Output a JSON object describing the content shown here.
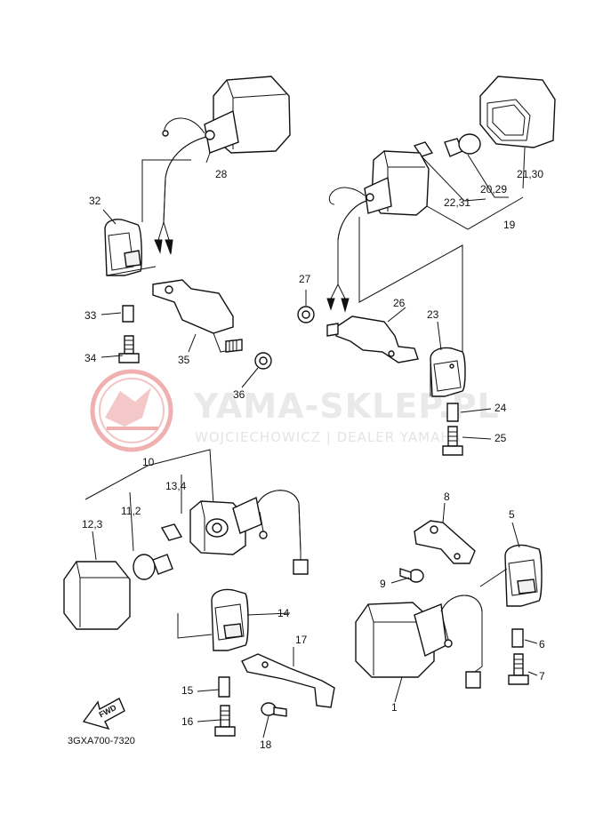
{
  "watermark": {
    "brand": "YAMA-SKLEP.PL",
    "subtitle": "WOJCIECHOWICZ | DEALER YAMAHA",
    "logo_color": "#f0b0b0",
    "text_color": "#e6e6e6"
  },
  "diagram_code": "3GXA700-7320",
  "fwd_label": "FWD",
  "parts": [
    {
      "id": "p1",
      "label": "1"
    },
    {
      "id": "p5",
      "label": "5"
    },
    {
      "id": "p6",
      "label": "6"
    },
    {
      "id": "p7",
      "label": "7"
    },
    {
      "id": "p8",
      "label": "8"
    },
    {
      "id": "p9",
      "label": "9"
    },
    {
      "id": "p10",
      "label": "10"
    },
    {
      "id": "p11_2",
      "label": "11,2"
    },
    {
      "id": "p12_3",
      "label": "12,3"
    },
    {
      "id": "p13_4",
      "label": "13,4"
    },
    {
      "id": "p14",
      "label": "14"
    },
    {
      "id": "p15",
      "label": "15"
    },
    {
      "id": "p16",
      "label": "16"
    },
    {
      "id": "p17",
      "label": "17"
    },
    {
      "id": "p18",
      "label": "18"
    },
    {
      "id": "p19",
      "label": "19"
    },
    {
      "id": "p20_29",
      "label": "20,29"
    },
    {
      "id": "p21_30",
      "label": "21,30"
    },
    {
      "id": "p22_31",
      "label": "22,31"
    },
    {
      "id": "p23",
      "label": "23"
    },
    {
      "id": "p24",
      "label": "24"
    },
    {
      "id": "p25",
      "label": "25"
    },
    {
      "id": "p26",
      "label": "26"
    },
    {
      "id": "p27",
      "label": "27"
    },
    {
      "id": "p28",
      "label": "28"
    },
    {
      "id": "p32",
      "label": "32"
    },
    {
      "id": "p33",
      "label": "33"
    },
    {
      "id": "p34",
      "label": "34"
    },
    {
      "id": "p35",
      "label": "35"
    },
    {
      "id": "p36",
      "label": "36"
    }
  ]
}
